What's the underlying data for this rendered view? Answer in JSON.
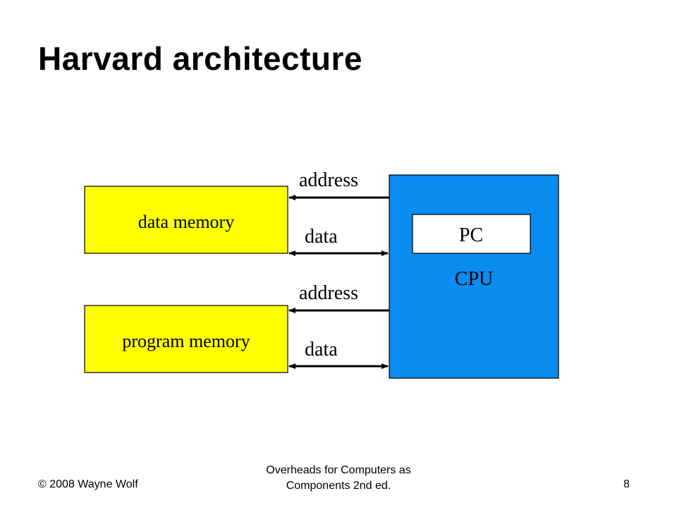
{
  "slide": {
    "title": "Harvard architecture"
  },
  "diagram": {
    "data_memory_label": "data memory",
    "program_memory_label": "program memory",
    "cpu_label": "CPU",
    "pc_label": "PC",
    "bus_labels": {
      "data_address": "address",
      "data_data": "data",
      "program_address": "address",
      "program_data": "data"
    },
    "colors": {
      "memory_fill": "#ffff00",
      "cpu_fill": "#0a8cf0",
      "pc_fill": "#ffffff",
      "stroke": "#000000"
    }
  },
  "footer": {
    "copyright": "© 2008 Wayne Wolf",
    "source_line1": "Overheads for Computers as",
    "source_line2": "Components 2nd ed.",
    "page_number": "8"
  }
}
